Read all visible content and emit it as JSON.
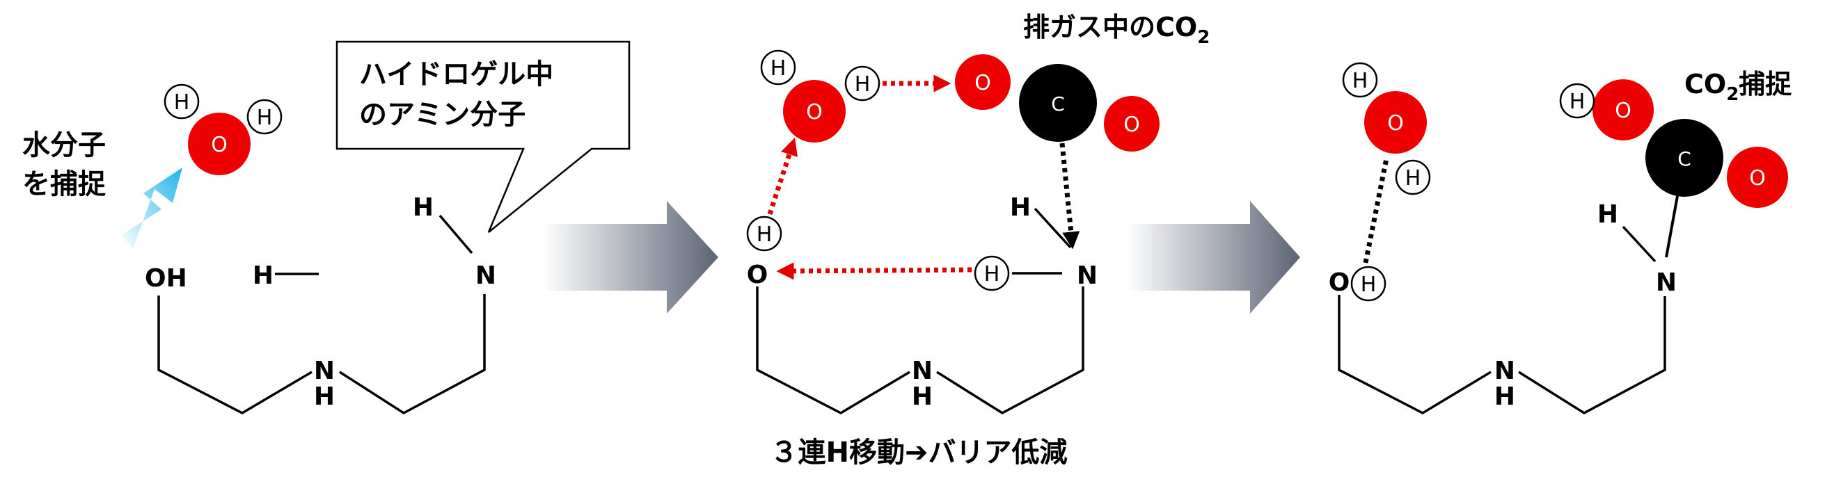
{
  "colors": {
    "oxygen": "#ee0000",
    "carbon": "#000000",
    "hbond": "#e00000",
    "co2_attack": "#000000",
    "arrow_start": "#ffffff",
    "arrow_end": "#5c6475",
    "water_arrow_start": "#ffffff",
    "water_arrow_end": "#1fb3ea"
  },
  "atoms": {
    "h": "H",
    "o": "O",
    "c": "C",
    "n": "N",
    "oh": "OH"
  },
  "labels": {
    "water_capture_line1": "水分子",
    "water_capture_line2": "を捕捉",
    "amine_callout_line1": "ハイドロゲル中",
    "amine_callout_line2": "のアミン分子",
    "exhaust_co2_main": "排ガス中のCO",
    "exhaust_co2_sub": "2",
    "co2_capture_pre": "CO",
    "co2_capture_sub": "2",
    "co2_capture_post": "捕捉",
    "relay_caption": "３連H移動➔バリア低減"
  }
}
